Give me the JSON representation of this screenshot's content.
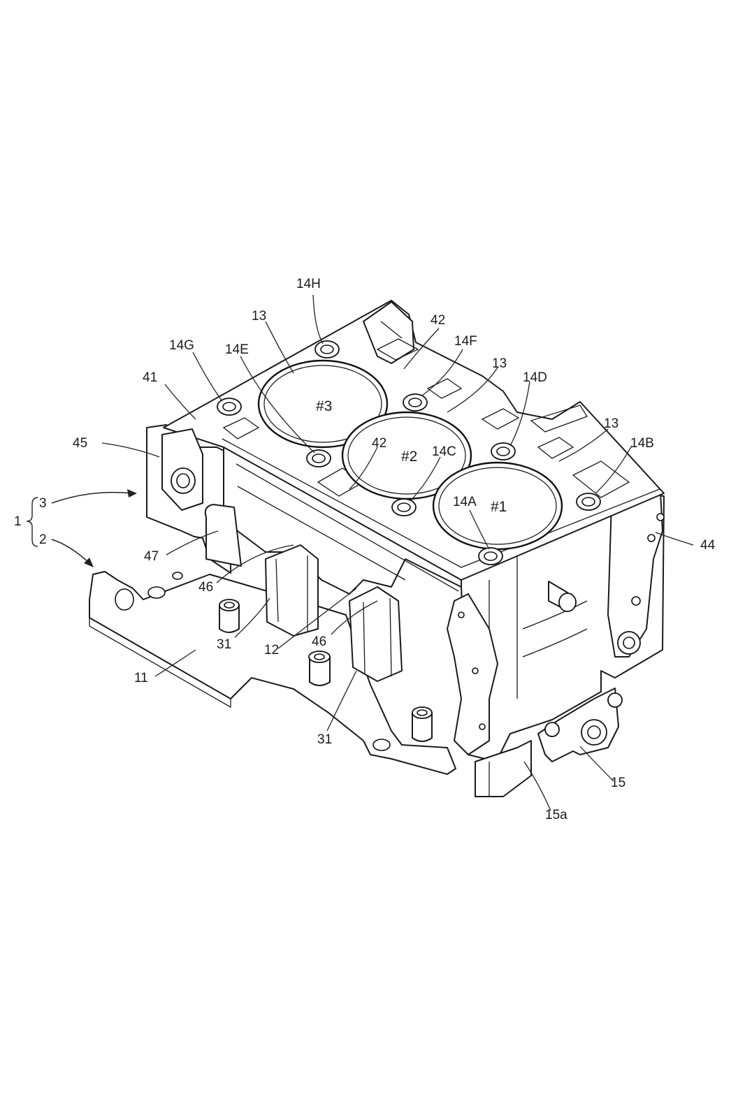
{
  "figure": {
    "labels": {
      "l14H": "14H",
      "l13a": "13",
      "l42a": "42",
      "l14G": "14G",
      "l14E": "14E",
      "l14F": "14F",
      "l13b": "13",
      "l14D": "14D",
      "l41": "41",
      "l13c": "13",
      "l14B": "14B",
      "l45": "45",
      "l42b": "42",
      "l14C": "14C",
      "l14A": "14A",
      "l3": "3",
      "l1": "1",
      "l2": "2",
      "l44": "44",
      "l47": "47",
      "l46a": "46",
      "l31a": "31",
      "l12": "12",
      "l46b": "46",
      "l11": "11",
      "l31b": "31",
      "l15": "15",
      "l15a": "15a"
    },
    "cylinders": {
      "c3": "#3",
      "c2": "#2",
      "c1": "#1"
    }
  }
}
